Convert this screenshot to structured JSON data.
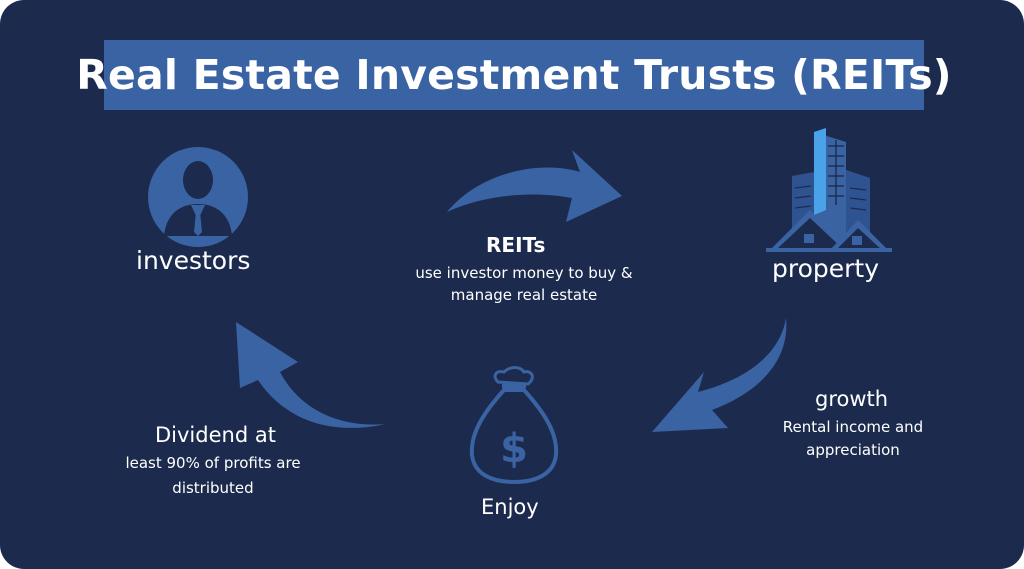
{
  "title": "Real Estate Investment Trusts (REITs)",
  "nodes": {
    "investors": {
      "label": "investors"
    },
    "property": {
      "label": "property"
    },
    "enjoy": {
      "label": "Enjoy"
    }
  },
  "flows": {
    "reits": {
      "heading": "REITs",
      "line1": "use investor money to buy &",
      "line2": "manage real estate"
    },
    "growth": {
      "heading": "growth",
      "line1": "Rental income and",
      "line2": "appreciation"
    },
    "dividend": {
      "heading": "Dividend at",
      "line1": "least 90% of profits are",
      "line2": "distributed"
    }
  },
  "colors": {
    "background": "#1c2b4d",
    "title_band": "#3a63a3",
    "arrow": "#3a63a3",
    "icon": "#3a63a3",
    "building_accent": "#4aa3e8"
  },
  "icons": [
    "investor-avatar-icon",
    "building-icon",
    "money-bag-icon"
  ]
}
